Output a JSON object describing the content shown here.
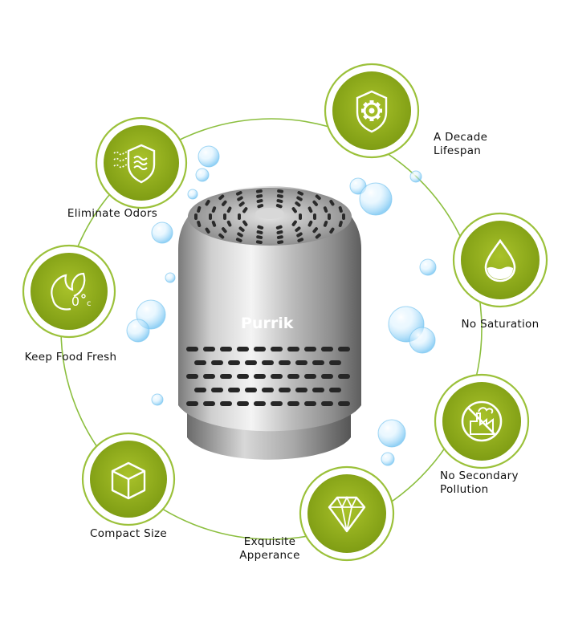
{
  "product": {
    "brand_text": "Purrik",
    "colors": {
      "body_light": "#f2f2f2",
      "body_mid": "#b5b5b5",
      "body_dark": "#6e6e6e",
      "vent": "#2a2a2a"
    }
  },
  "theme": {
    "ring_color": "#8cbf3f",
    "badge_inner": "#8aaa1c",
    "badge_outer": "#9bc13a",
    "icon_color": "#ffffff",
    "bubble_color": "#8fd0ff"
  },
  "features": [
    {
      "id": "eliminate-odors",
      "label_lines": [
        "Eliminate Odors"
      ],
      "icon": "odor-shield-icon"
    },
    {
      "id": "decade-lifespan",
      "label_lines": [
        "A Decade",
        "Lifespan"
      ],
      "icon": "gear-shield-icon"
    },
    {
      "id": "keep-food-fresh",
      "label_lines": [
        "Keep Food Fresh"
      ],
      "icon": "leaf-zero-degree-icon"
    },
    {
      "id": "no-saturation",
      "label_lines": [
        "No Saturation"
      ],
      "icon": "water-drop-icon"
    },
    {
      "id": "no-secondary-pollution",
      "label_lines": [
        "No Secondary",
        "Pollution"
      ],
      "icon": "no-factory-icon"
    },
    {
      "id": "compact-size",
      "label_lines": [
        "Compact Size"
      ],
      "icon": "cube-icon"
    },
    {
      "id": "exquisite-appearance",
      "label_lines": [
        "Exquisite",
        "Apperance"
      ],
      "icon": "diamond-icon"
    }
  ]
}
